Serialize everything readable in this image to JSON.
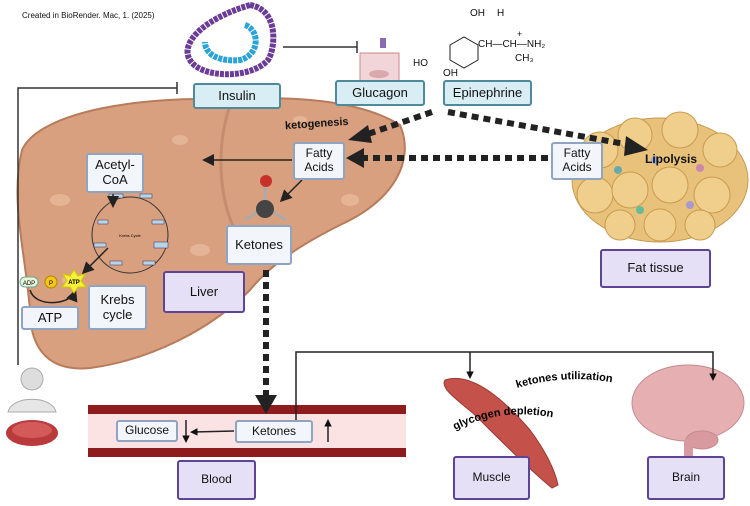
{
  "credit": "Created in BioRender. Mac, 1. (2025)",
  "hormones": {
    "insulin": "Insulin",
    "glucagon": "Glucagon",
    "epinephrine": "Epinephrine"
  },
  "liver": {
    "label": "Liver",
    "fatty_acids": "Fatty Acids",
    "acetyl_coa": "Acetyl-CoA",
    "ketones": "Ketones",
    "krebs": "Krebs cycle",
    "atp": "ATP",
    "process": "ketogenesis",
    "krebs_center": "Krebs Cycle",
    "adp": "ADP",
    "p": "P",
    "atp_burst": "ATP"
  },
  "fat": {
    "label": "Fat tissue",
    "fatty_acids": "Fatty Acids",
    "process": "Lipolysis"
  },
  "blood": {
    "label": "Blood",
    "glucose": "Glucose",
    "ketones": "Ketones"
  },
  "muscle": {
    "label": "Muscle",
    "process": "glycogen depletion"
  },
  "brain": {
    "label": "Brain",
    "process": "ketones utilization"
  },
  "epinephrine_formula": {
    "oh1": "OH",
    "h": "H",
    "chain": "CH—CH—NH₂",
    "plus": "+",
    "ch3": "CH₃",
    "ho": "HO",
    "oh2": "OH"
  },
  "colors": {
    "liver": "#d9a07f",
    "fat": "#e8c27a",
    "blood": "#8e1c1c",
    "muscle": "#c4514a",
    "brain": "#e6b0b3",
    "hormone_box": "#d8edf4",
    "organ_box": "#e5e0f6"
  }
}
